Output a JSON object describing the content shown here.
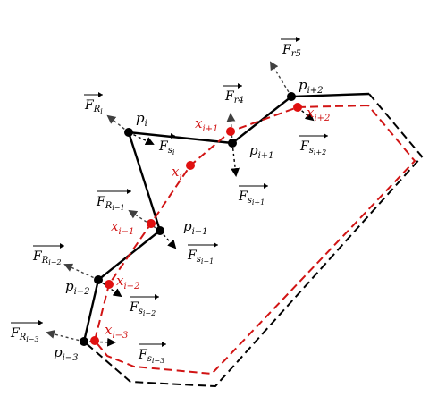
{
  "colors": {
    "black_line": "#000000",
    "red_line": "#d11414",
    "arrow_dark": "#404040",
    "arrow_black": "#000000"
  },
  "points_black": [
    {
      "name": "p",
      "sub": "i+2"
    },
    {
      "name": "p",
      "sub": "i+1"
    },
    {
      "name": "p",
      "sub": "i"
    },
    {
      "name": "p",
      "sub": "i−1"
    },
    {
      "name": "p",
      "sub": "i−2"
    },
    {
      "name": "p",
      "sub": "i−3"
    }
  ],
  "points_red": [
    {
      "name": "x",
      "sub": "i+2"
    },
    {
      "name": "x",
      "sub": "i+1"
    },
    {
      "name": "x",
      "sub": "i"
    },
    {
      "name": "x",
      "sub": "i−1"
    },
    {
      "name": "x",
      "sub": "i−2"
    },
    {
      "name": "x",
      "sub": "i−3"
    }
  ],
  "force_labels": {
    "r5": {
      "base": "F",
      "sub": "r5"
    },
    "r4": {
      "base": "F",
      "sub": "r4"
    },
    "R_i": {
      "base": "F",
      "sub": "R",
      "subsub": "i"
    },
    "R_i-1": {
      "base": "F",
      "sub": "R",
      "subsub": "i−1"
    },
    "R_i-2": {
      "base": "F",
      "sub": "R",
      "subsub": "i−2"
    },
    "R_i-3": {
      "base": "F",
      "sub": "R",
      "subsub": "i−3"
    },
    "s_i+2": {
      "base": "F",
      "sub": "s",
      "subsub": "i+2"
    },
    "s_i+1": {
      "base": "F",
      "sub": "s",
      "subsub": "i+1"
    },
    "s_i": {
      "base": "F",
      "sub": "s",
      "subsub": "i"
    },
    "s_i-1": {
      "base": "F",
      "sub": "s",
      "subsub": "i−1"
    },
    "s_i-2": {
      "base": "F",
      "sub": "s",
      "subsub": "i−2"
    },
    "s_i-3": {
      "base": "F",
      "sub": "s",
      "subsub": "i−3"
    }
  }
}
